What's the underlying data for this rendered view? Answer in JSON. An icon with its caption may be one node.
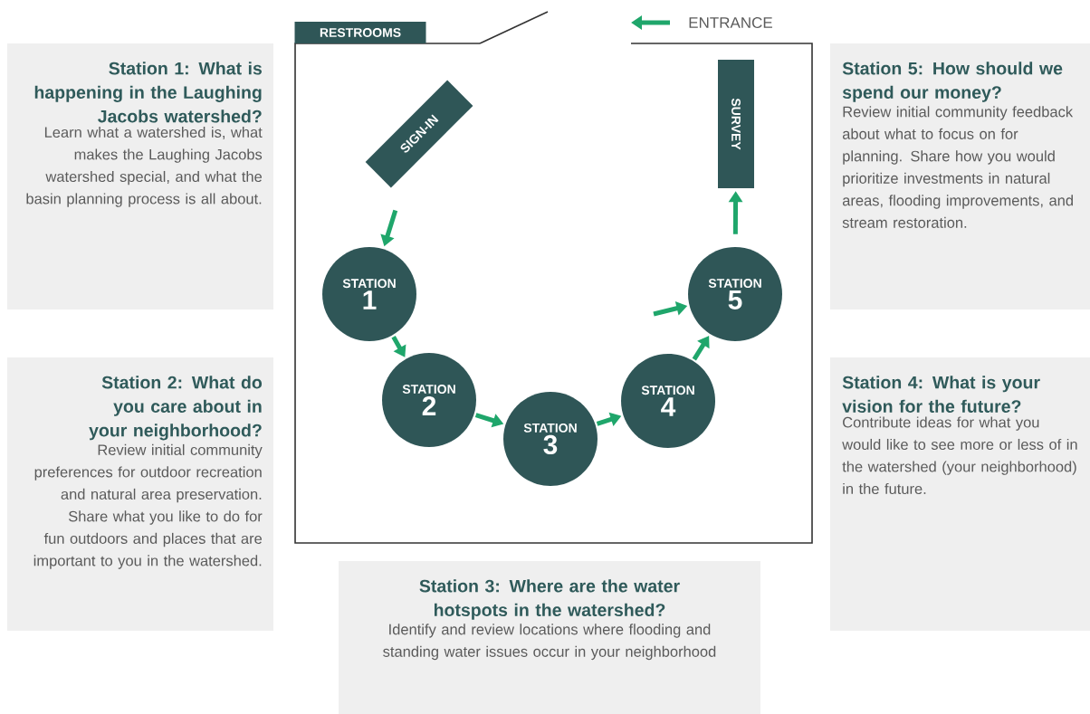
{
  "diagram": {
    "nodes": [
      {
        "text": [
          "RESTROOMS"
        ]
      },
      {
        "text": [
          "SIGN-IN"
        ]
      },
      {
        "text": [
          "SURVEY"
        ]
      },
      {
        "text": [
          "STATION",
          "1"
        ]
      },
      {
        "text": [
          "STATION",
          "2"
        ]
      },
      {
        "text": [
          "STATION",
          "3"
        ]
      },
      {
        "text": [
          "STATION",
          "4"
        ]
      },
      {
        "text": [
          "STATION",
          "5"
        ]
      },
      {
        "text": [
          "Station 1: What is happening in the Laughing Jacobs watershed?",
          "Learn what a watershed is, what makes the Laughing Jacobs watershed special, and what the basin planning process is all about."
        ]
      },
      {
        "text": [
          "Station 5: How should we spend our money?",
          "Review initial community feedback about what to focus on for planning. Share how you would prioritize investments in natural areas, flooding improvements, and stream restoration."
        ]
      },
      {
        "text": [
          "Station 2: What do you care about in your neighborhood?",
          "Review initial community preferences for outdoor recreation and natural area preservation. Share what you like to do for fun outdoors and places that are important to you in the watershed."
        ]
      },
      {
        "text": [
          "Station 4: What is your vision for the future?",
          "Contribute ideas for what you would like to see more or less of in the watershed (your neighborhood) in the future."
        ]
      },
      {
        "text": [
          "Station 3: Where are the water hotspots in the watershed?",
          "Identify and review locations where flooding and standing water issues occur in your neighborhood"
        ]
      }
    ],
    "edges": [
      {
        "from": 1,
        "to": 3,
        "arrow": "to"
      },
      {
        "from": 3,
        "to": 4,
        "arrow": "to"
      },
      {
        "from": 4,
        "to": 5,
        "arrow": "to"
      },
      {
        "from": 5,
        "to": 6,
        "arrow": "to"
      },
      {
        "from": 6,
        "to": 7,
        "arrow": "to"
      },
      {
        "from": null,
        "to": 7,
        "arrow": "to"
      },
      {
        "from": 7,
        "to": 2,
        "arrow": "to"
      }
    ],
    "labels": [
      "ENTRANCE"
    ]
  }
}
